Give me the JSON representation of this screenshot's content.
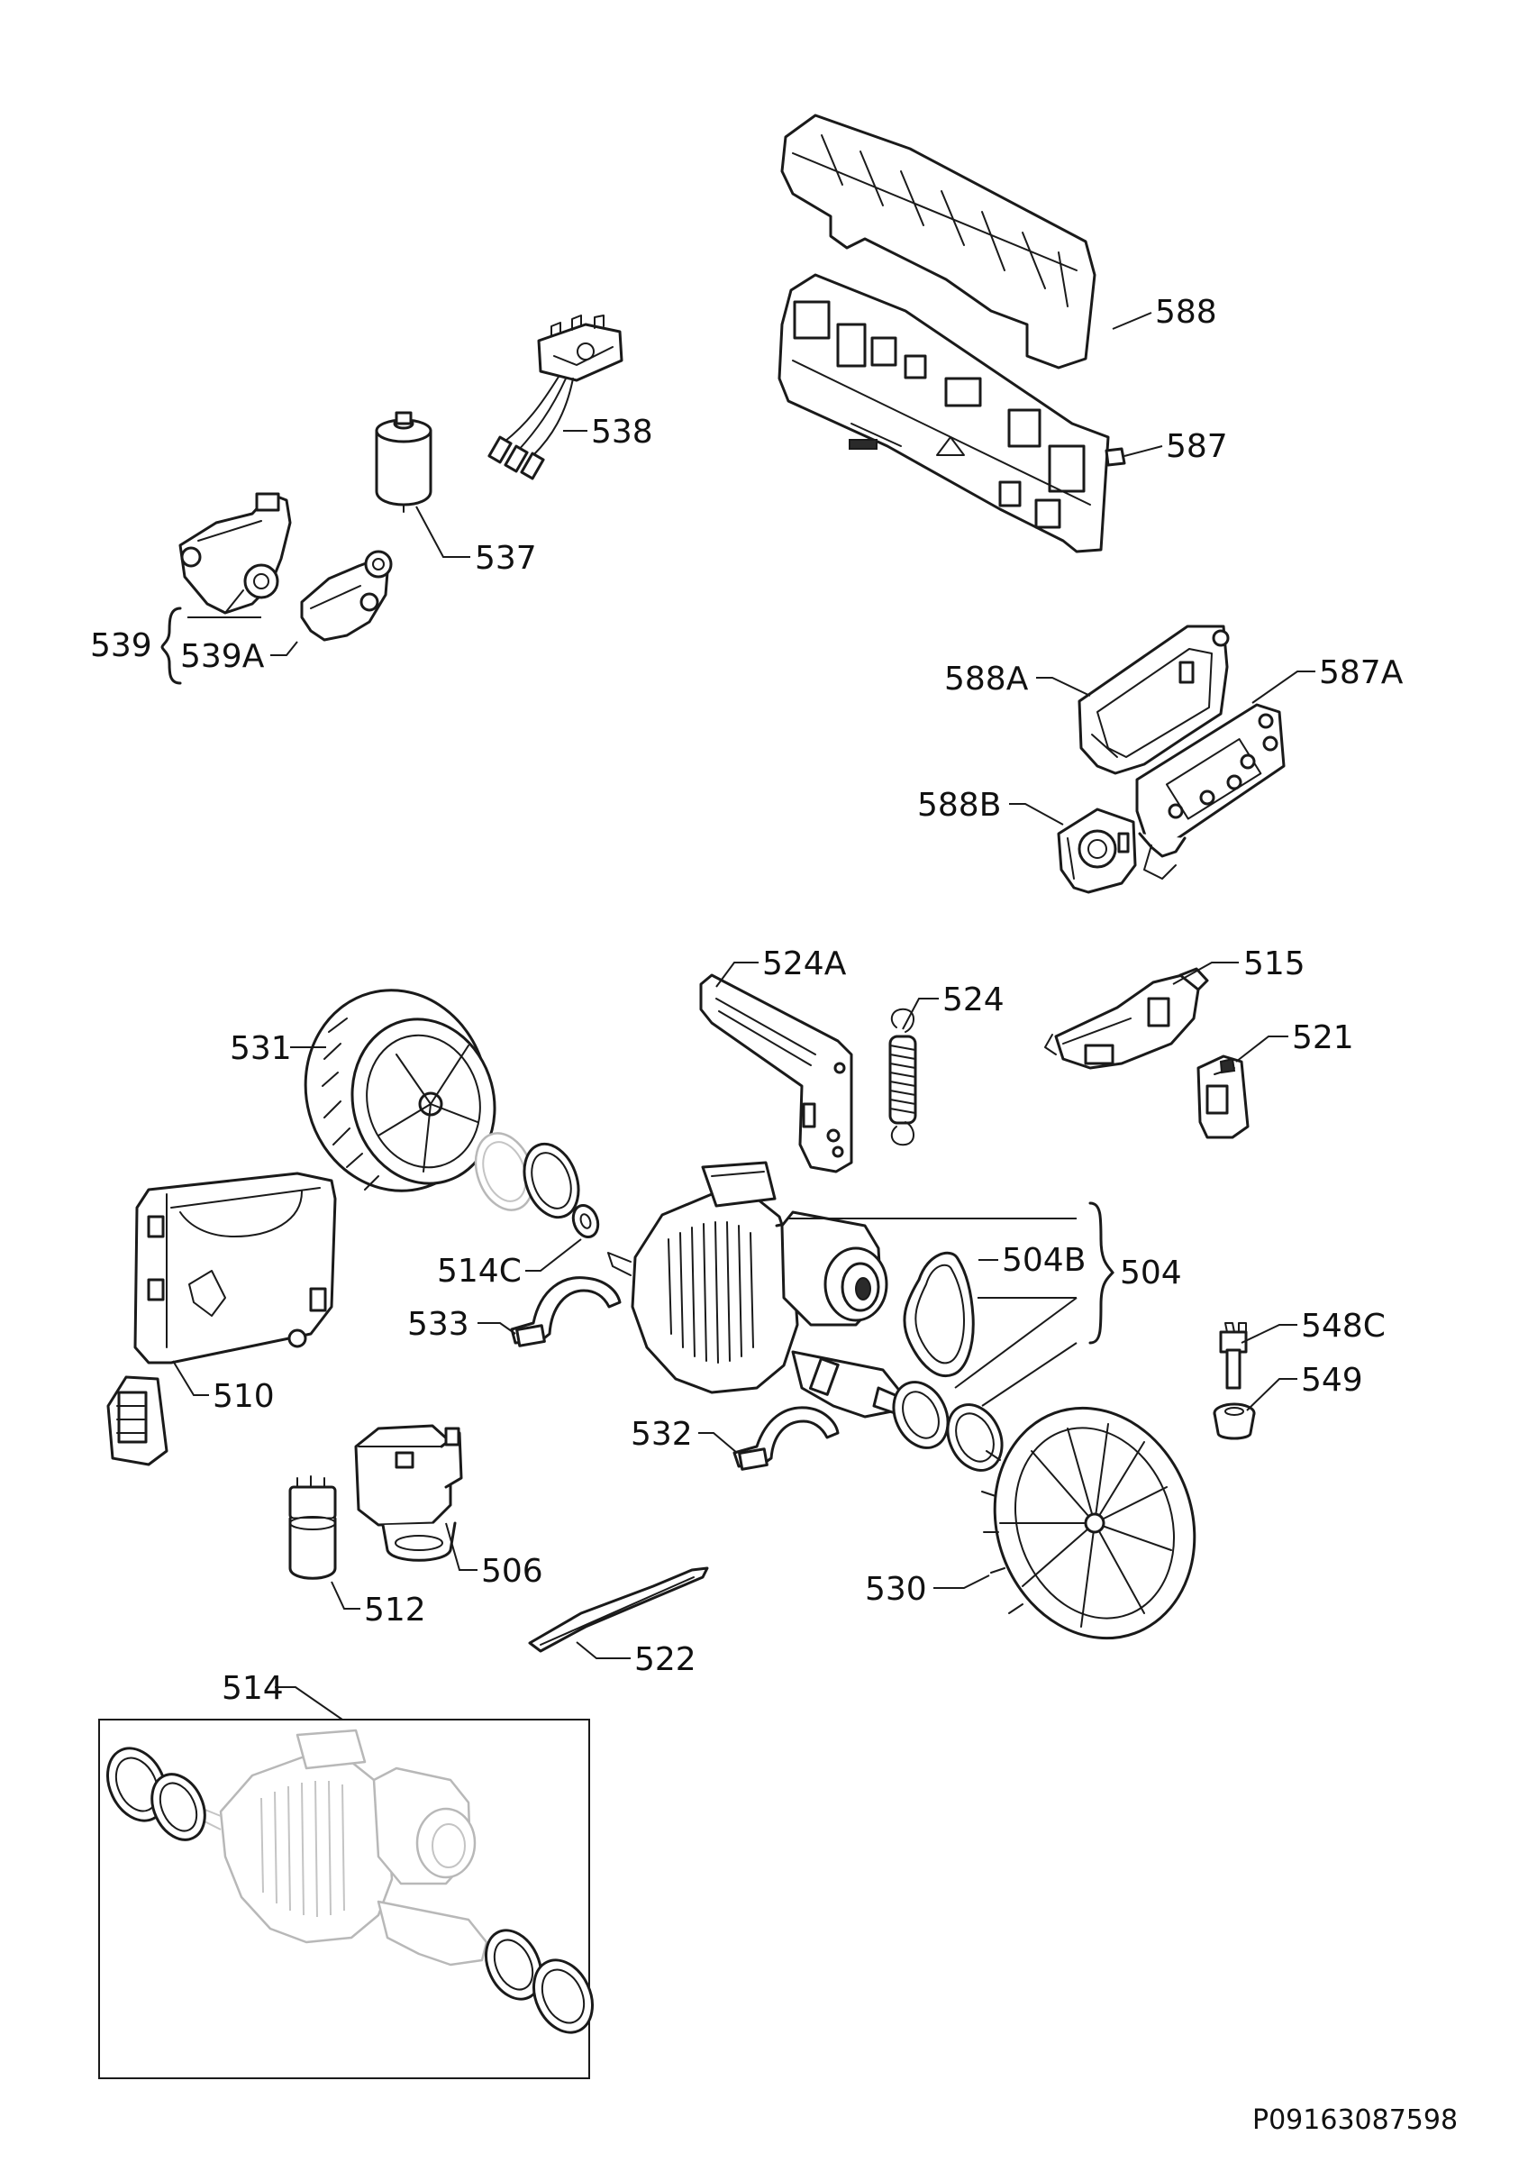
{
  "document_id": "P09163087598",
  "parts": [
    {
      "id": "p588",
      "label": "588",
      "icon": "control-panel-cover-icon"
    },
    {
      "id": "p587",
      "label": "587",
      "icon": "electronic-control-board-icon"
    },
    {
      "id": "p538",
      "label": "538",
      "icon": "terminal-block-icon"
    },
    {
      "id": "p537",
      "label": "537",
      "icon": "capacitor-icon"
    },
    {
      "id": "p539",
      "label": "539",
      "icon": "pump-assembly-icon"
    },
    {
      "id": "p539A",
      "label": "539A",
      "icon": "pump-housing-icon"
    },
    {
      "id": "p588A",
      "label": "588A",
      "icon": "display-frame-icon"
    },
    {
      "id": "p587A",
      "label": "587A",
      "icon": "display-board-icon"
    },
    {
      "id": "p588B",
      "label": "588B",
      "icon": "selector-knob-housing-icon"
    },
    {
      "id": "p524A",
      "label": "524A",
      "icon": "motor-bracket-icon"
    },
    {
      "id": "p524",
      "label": "524",
      "icon": "tension-spring-icon"
    },
    {
      "id": "p515",
      "label": "515",
      "icon": "switch-module-icon"
    },
    {
      "id": "p521",
      "label": "521",
      "icon": "clip-connector-icon"
    },
    {
      "id": "p531",
      "label": "531",
      "icon": "fan-wheel-icon"
    },
    {
      "id": "p514C",
      "label": "514C",
      "icon": "washer-icon"
    },
    {
      "id": "p504B",
      "label": "504B",
      "icon": "drive-belt-icon"
    },
    {
      "id": "p504",
      "label": "504",
      "icon": "motor-assembly-icon"
    },
    {
      "id": "p533",
      "label": "533",
      "icon": "motor-clamp-icon"
    },
    {
      "id": "p510",
      "label": "510",
      "icon": "motor-housing-bracket-icon"
    },
    {
      "id": "p548C",
      "label": "548C",
      "icon": "sensor-icon"
    },
    {
      "id": "p549",
      "label": "549",
      "icon": "grommet-icon"
    },
    {
      "id": "p532",
      "label": "532",
      "icon": "motor-clamp-icon"
    },
    {
      "id": "p530",
      "label": "530",
      "icon": "impeller-icon"
    },
    {
      "id": "p506",
      "label": "506",
      "icon": "condensate-pump-icon"
    },
    {
      "id": "p512",
      "label": "512",
      "icon": "filter-capacitor-icon"
    },
    {
      "id": "p522",
      "label": "522",
      "icon": "seal-strip-icon"
    },
    {
      "id": "p514",
      "label": "514",
      "icon": "motor-kit-inset-icon"
    }
  ]
}
